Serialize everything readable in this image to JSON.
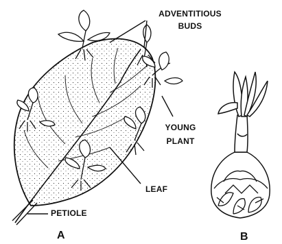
{
  "labels": {
    "adventitious_line1": "ADVENTITIOUS",
    "adventitious_line2": "BUDS",
    "young_line1": "YOUNG",
    "young_line2": "PLANT",
    "leaf": "LEAF",
    "petiole": "PETIOLE",
    "panel_a": "A",
    "panel_b": "B"
  }
}
